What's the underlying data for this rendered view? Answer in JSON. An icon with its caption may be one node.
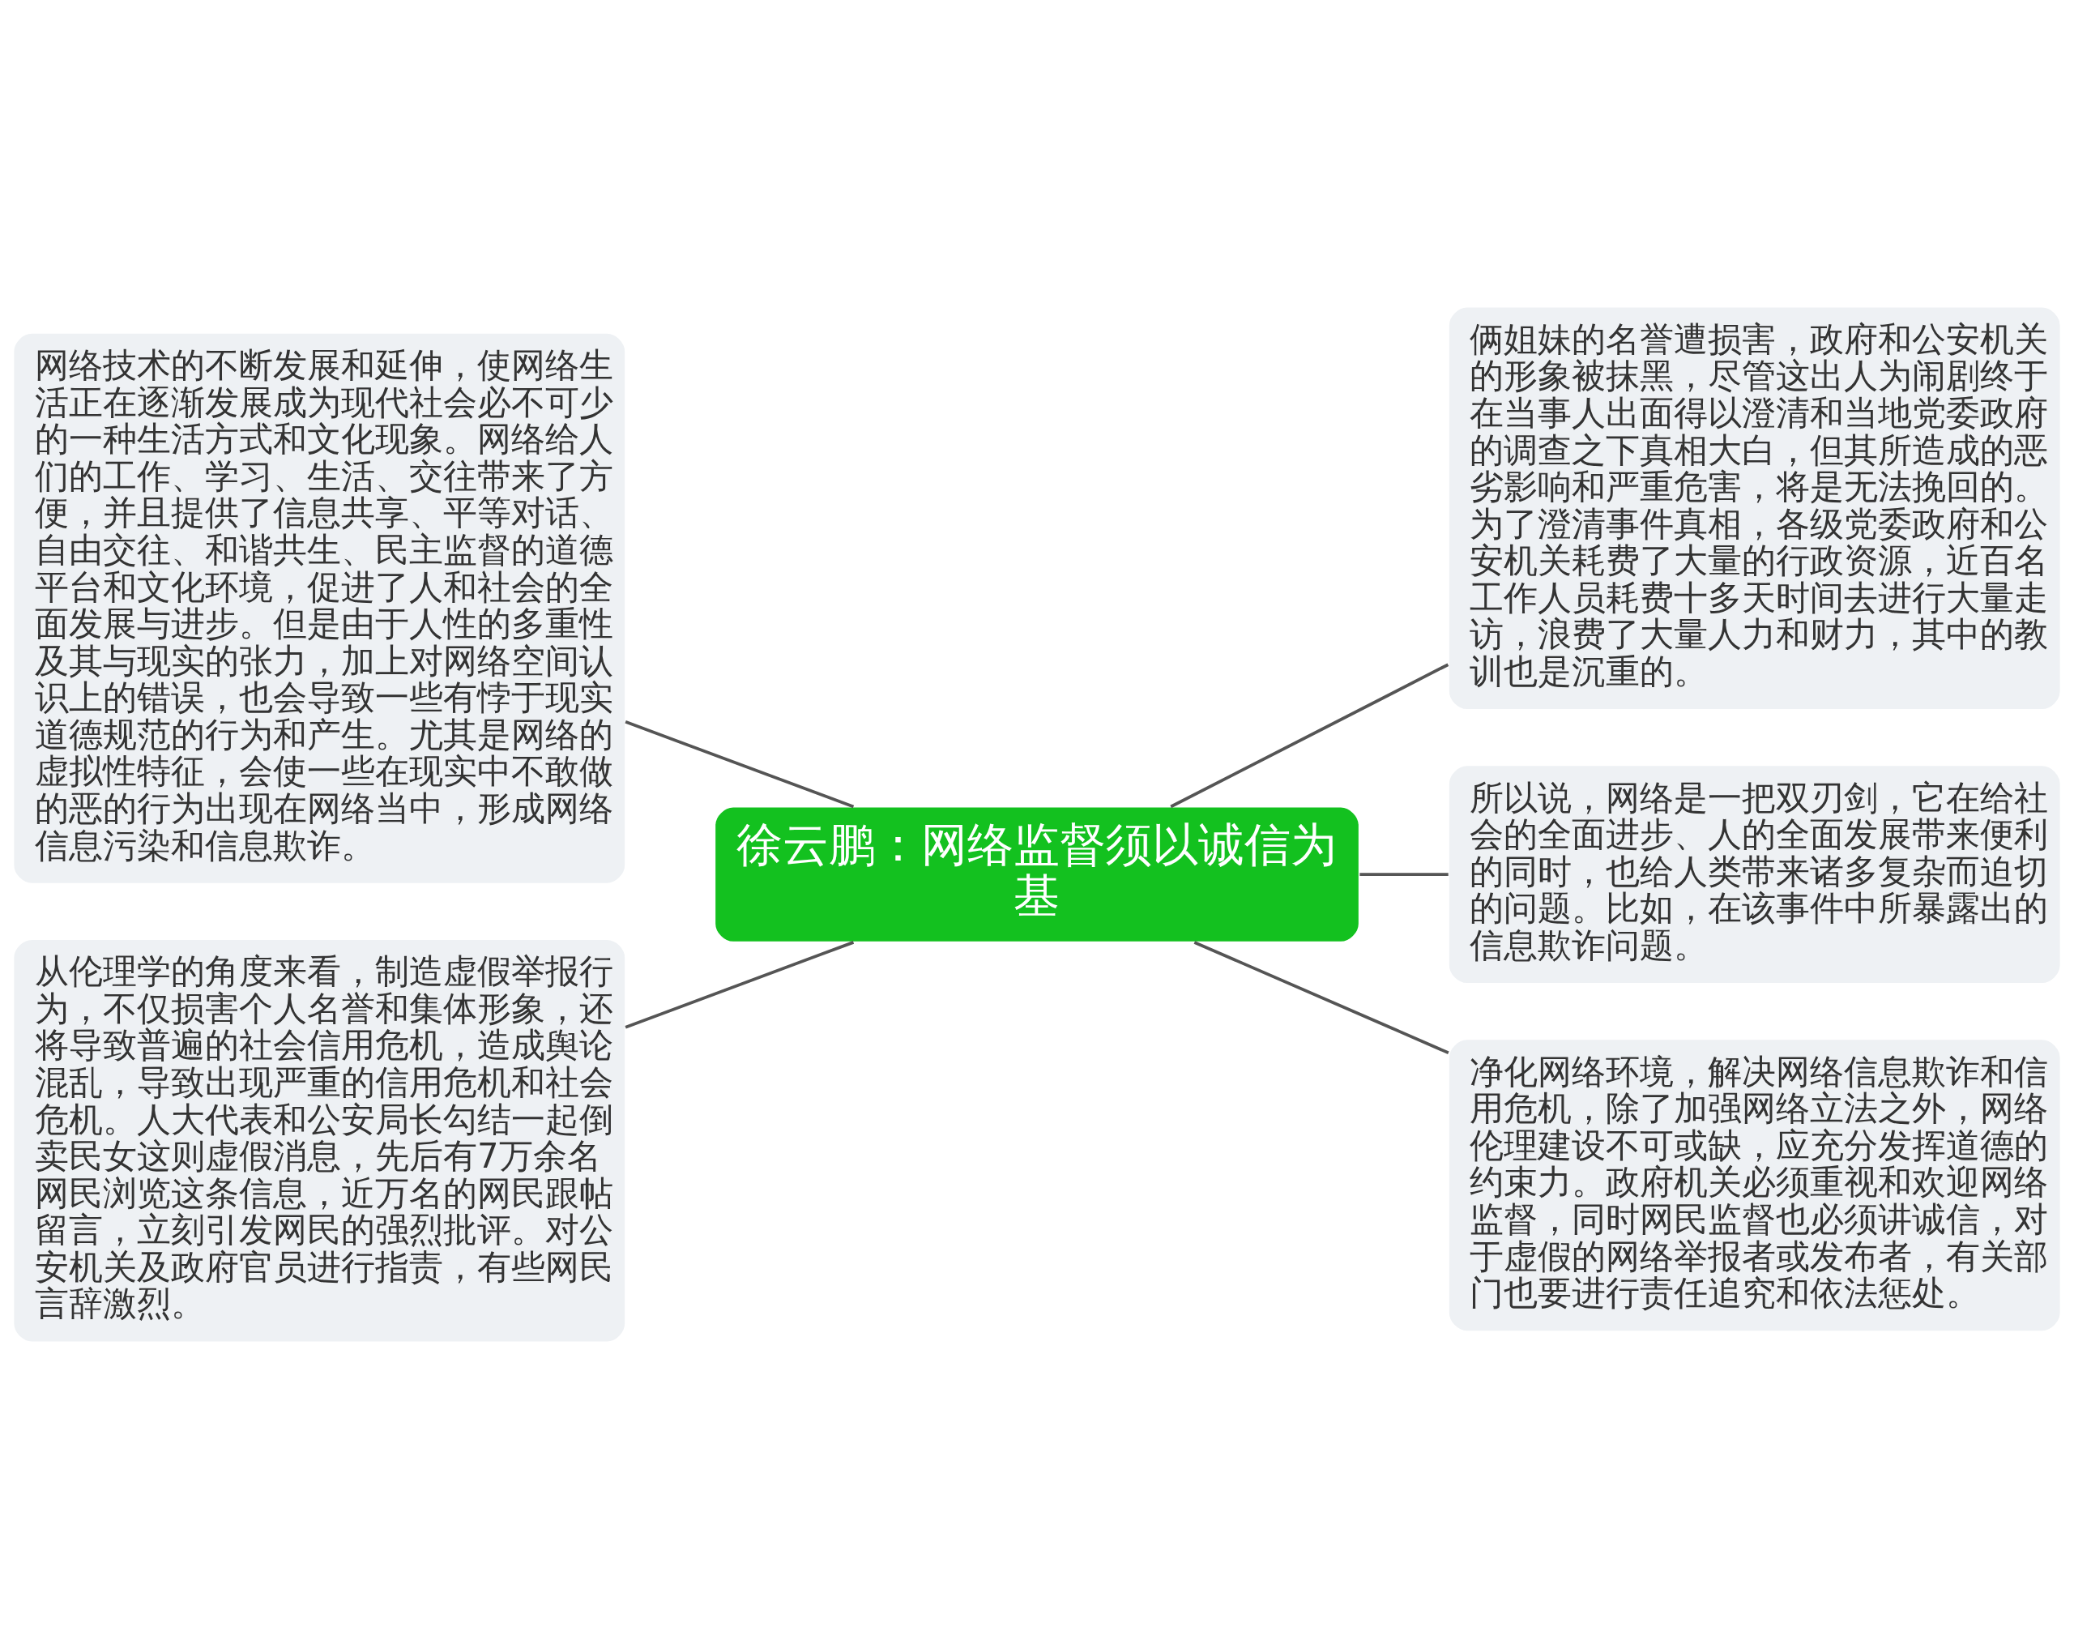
{
  "diagram": {
    "nodes": [
      {
        "text": [
          "徐云鹏：网络监督须以诚信为基"
        ]
      },
      {
        "text": [
          "网络技术的不断发展和延伸，使网络生活正在逐渐发展成为现代社会必不可少的一种生活方式和文化现象。网络给人们的工作、学习、生活、交往带来了方便，并且提供了信息共享、平等对话、自由交往、和谐共生、民主监督的道德平台和文化环境，促进了人和社会的全面发展与进步。但是由于人性的多重性及其与现实的张力，加上对网络空间认识上的错误，也会导致一些有悖于现实道德规范的行为和产生。尤其是网络的虚拟性特征，会使一些在现实中不敢做的恶的行为出现在网络当中，形成网络信息污染和信息欺诈。"
        ]
      },
      {
        "text": [
          "从伦理学的角度来看，制造虚假举报行为，不仅损害个人名誉和集体形象，还将导致普遍的社会信用危机，造成舆论混乱，导致出现严重的信用危机和社会危机。人大代表和公安局长勾结一起倒卖民女这则虚假消息，先后有7万余名网民浏览这条信息，近万名的网民跟帖留言，立刻引发网民的强烈批评。对公安机关及政府官员进行指责，有些网民言辞激烈。"
        ]
      },
      {
        "text": [
          "俩姐妹的名誉遭损害，政府和公安机关的形象被抹黑，尽管这出人为闹剧终于在当事人出面得以澄清和当地党委政府的调查之下真相大白，但其所造成的恶劣影响和严重危害，将是无法挽回的。为了澄清事件真相，各级党委政府和公安机关耗费了大量的行政资源，近百名工作人员耗费十多天时间去进行大量走访，浪费了大量人力和财力，其中的教训也是沉重的。"
        ]
      },
      {
        "text": [
          "所以说，网络是一把双刃剑，它在给社会的全面进步、人的全面发展带来便利的同时，也给人类带来诸多复杂而迫切的问题。比如，在该事件中所暴露出的信息欺诈问题。"
        ]
      },
      {
        "text": [
          "净化网络环境，解决网络信息欺诈和信用危机，除了加强网络立法之外，网络伦理建设不可或缺，应充分发挥道德的约束力。政府机关必须重视和欢迎网络监督，同时网民监督也必须讲诚信，对于虚假的网络举报者或发布者，有关部门也要进行责任追究和依法惩处。"
        ]
      }
    ],
    "edges": [
      {
        "from": 0,
        "to": 1,
        "arrow": "none"
      },
      {
        "from": 0,
        "to": 2,
        "arrow": "none"
      },
      {
        "from": 0,
        "to": 3,
        "arrow": "none"
      },
      {
        "from": 0,
        "to": 4,
        "arrow": "none"
      },
      {
        "from": 0,
        "to": 5,
        "arrow": "none"
      }
    ]
  }
}
